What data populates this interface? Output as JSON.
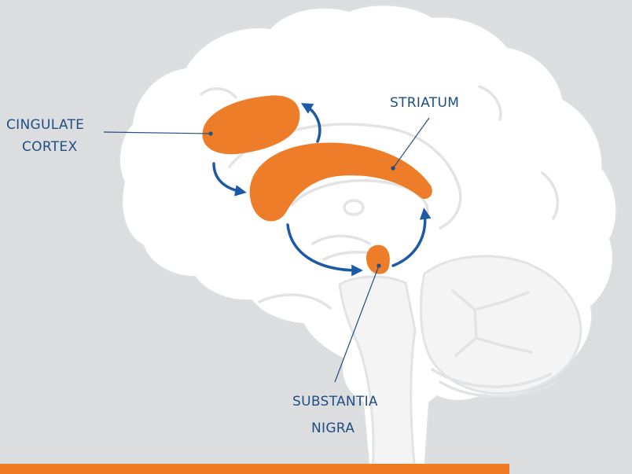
{
  "labels": {
    "cingulate_line1": "CINGULATE",
    "cingulate_line2": "CORTEX",
    "striatum": "STRIATUM",
    "substantia_line1": "SUBSTANTIA",
    "substantia_line2": "NIGRA"
  },
  "colors": {
    "background": "#dcdddf",
    "brain": "#ffffff",
    "region": "#ed7d28",
    "arrow": "#1c5aa6",
    "label_text": "#1f4e85",
    "bottom_bar": "#ef7b24"
  }
}
